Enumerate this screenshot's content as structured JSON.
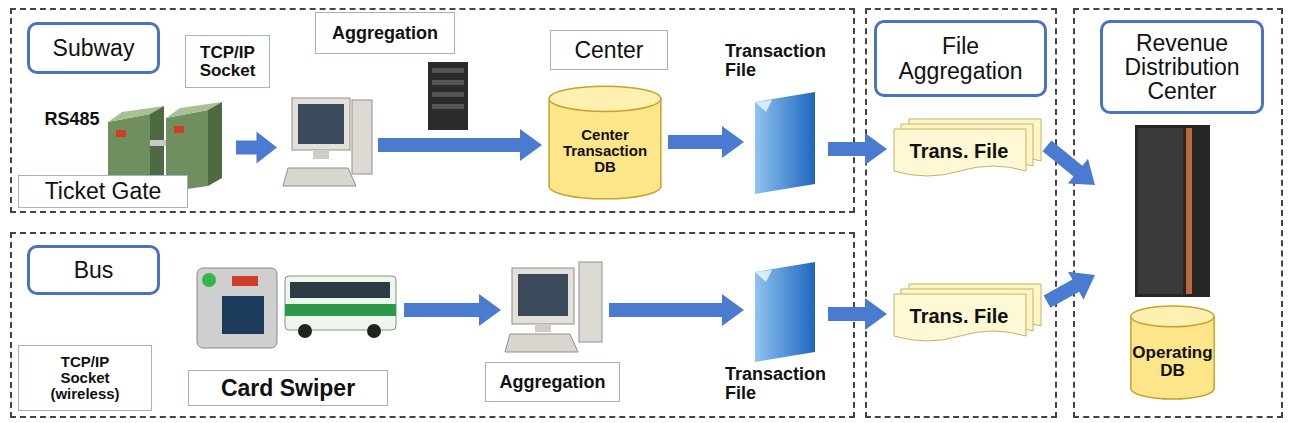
{
  "diagram": {
    "nodes": [
      {
        "text": [
          "Subway"
        ]
      },
      {
        "text": [
          "RS485",
          "Ticket Gate"
        ],
        "in": 0
      },
      {
        "text": [
          "TCP/IP Socket"
        ],
        "in": 0
      },
      {
        "text": [
          "Aggregation"
        ],
        "in": 0
      },
      {
        "text": [
          "Center",
          "Center Transaction DB"
        ],
        "in": 0
      },
      {
        "text": [
          "Transaction File"
        ],
        "in": 0
      },
      {
        "text": [
          "File Aggregation"
        ]
      },
      {
        "text": [
          "Trans. File"
        ],
        "in": 6
      },
      {
        "text": [
          "Trans. File"
        ],
        "in": 6
      },
      {
        "text": [
          "Revenue Distribution Center"
        ]
      },
      {
        "text": [
          "Operating DB"
        ],
        "in": 9
      },
      {
        "text": [
          "Bus"
        ]
      },
      {
        "text": [
          "TCP/IP Socket (wireless)"
        ],
        "in": 11
      },
      {
        "text": [
          "Card Swiper"
        ],
        "in": 11
      },
      {
        "text": [
          "Aggregation"
        ],
        "in": 11
      },
      {
        "text": [
          "Transaction File"
        ],
        "in": 11
      }
    ],
    "edges": [
      {
        "from": 1,
        "to": 2,
        "arrow": "to"
      },
      {
        "from": 2,
        "to": 4,
        "arrow": "to"
      },
      {
        "from": 4,
        "to": 5,
        "arrow": "to"
      },
      {
        "from": 5,
        "to": 7,
        "arrow": "to"
      },
      {
        "from": 7,
        "to": 9,
        "arrow": "to"
      },
      {
        "from": 13,
        "to": 14,
        "arrow": "to"
      },
      {
        "from": 14,
        "to": 15,
        "arrow": "to"
      },
      {
        "from": 15,
        "to": 8,
        "arrow": "to"
      },
      {
        "from": 8,
        "to": 9,
        "arrow": "to"
      }
    ]
  }
}
